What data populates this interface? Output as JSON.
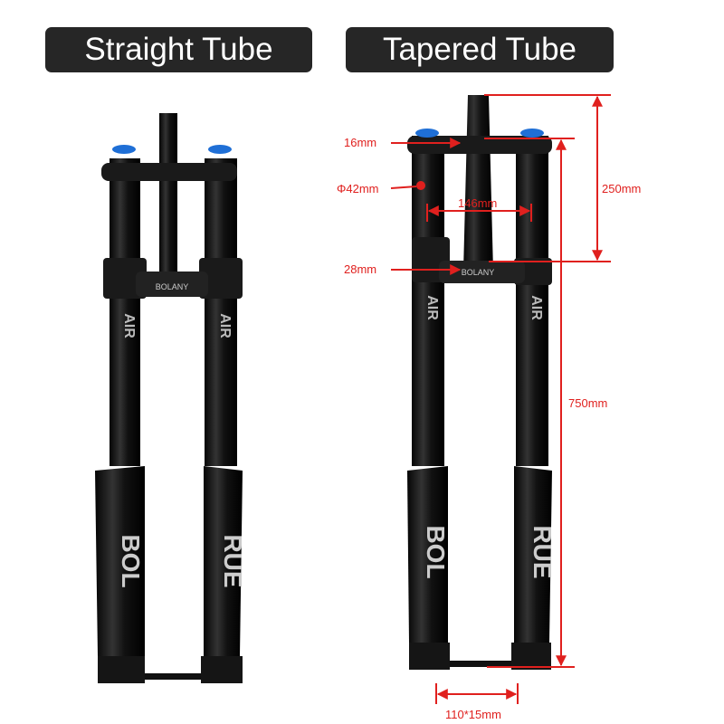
{
  "labels": {
    "straight": "Straight Tube",
    "tapered": "Tapered Tube"
  },
  "brand_marks": {
    "crown": "BOLANY",
    "stanchion": "AIR",
    "lower_left": "BOL",
    "lower_right": "RUE"
  },
  "dimensions": {
    "steerer_clamp": "16mm",
    "stanchion_diameter": "Φ42mm",
    "stanchion_spacing": "146mm",
    "lower_clamp": "28mm",
    "crown_spacing": "250mm",
    "total_length": "750mm",
    "axle": "110*15mm"
  },
  "colors": {
    "dimension": "#e0201e",
    "label_bg": "#262626",
    "fork": "#151515",
    "cap": "#1f6fd6"
  }
}
